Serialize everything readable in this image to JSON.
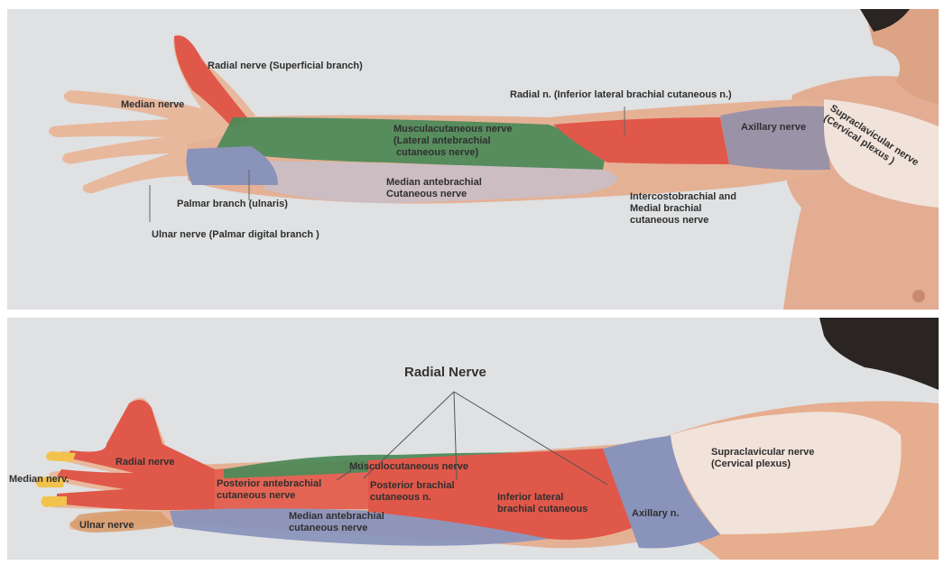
{
  "top_panel": {
    "labels": {
      "radial_superficial": "Radial nerve (Superficial branch)",
      "median": "Median nerve",
      "radial_inferior_lateral": "Radial n. (Inferior lateral brachial cutaneous n.)",
      "musculocutaneous": "Musculacutaneous nerve\n(Lateral antebrachial\n cutaneous nerve)",
      "axillary": "Axillary nerve",
      "supraclavicular": "Supraclavicular nerve\n(Cervical plexus )",
      "median_antebrachial": "Median antebrachial\nCutaneous nerve",
      "intercostobrachial": "Intercostobrachial and\nMedial brachial\ncutaneous nerve",
      "palmar_branch": "Palmar branch (ulnaris)",
      "ulnar_palmar_digital": "Ulnar nerve (Palmar digital branch )"
    }
  },
  "bottom_panel": {
    "labels": {
      "radial_nerve_title": "Radial Nerve",
      "median": "Median nerv.",
      "radial": "Radial nerve",
      "posterior_antebrachial": "Posterior antebrachial\ncutaneous nerve",
      "musculocutaneous": "Musculocutaneous nerve",
      "posterior_brachial": "Posterior brachial\ncutaneous n.",
      "inferior_lateral": "Inferior lateral\nbrachial cutaneous",
      "axillary": "Axillary n.",
      "supraclavicular": "Supraclavicular nerve\n(Cervical plexus)",
      "ulnar": "Ulnar nerve",
      "median_antebrachial": "Median antebrachial\ncutaneous nerve"
    }
  },
  "colors": {
    "background": "#dfe1e3",
    "skin": "#e7b498",
    "radial": "#e0584a",
    "musculocutaneous": "#4f8a5a",
    "median_antebrachial": "#c9bfc6",
    "ulnar_blue": "#8a93ba",
    "axillary": "#9a93a8",
    "supraclavicular": "#f1e2da",
    "median_yellow": "#f2c34c",
    "hair": "#2a2522"
  }
}
